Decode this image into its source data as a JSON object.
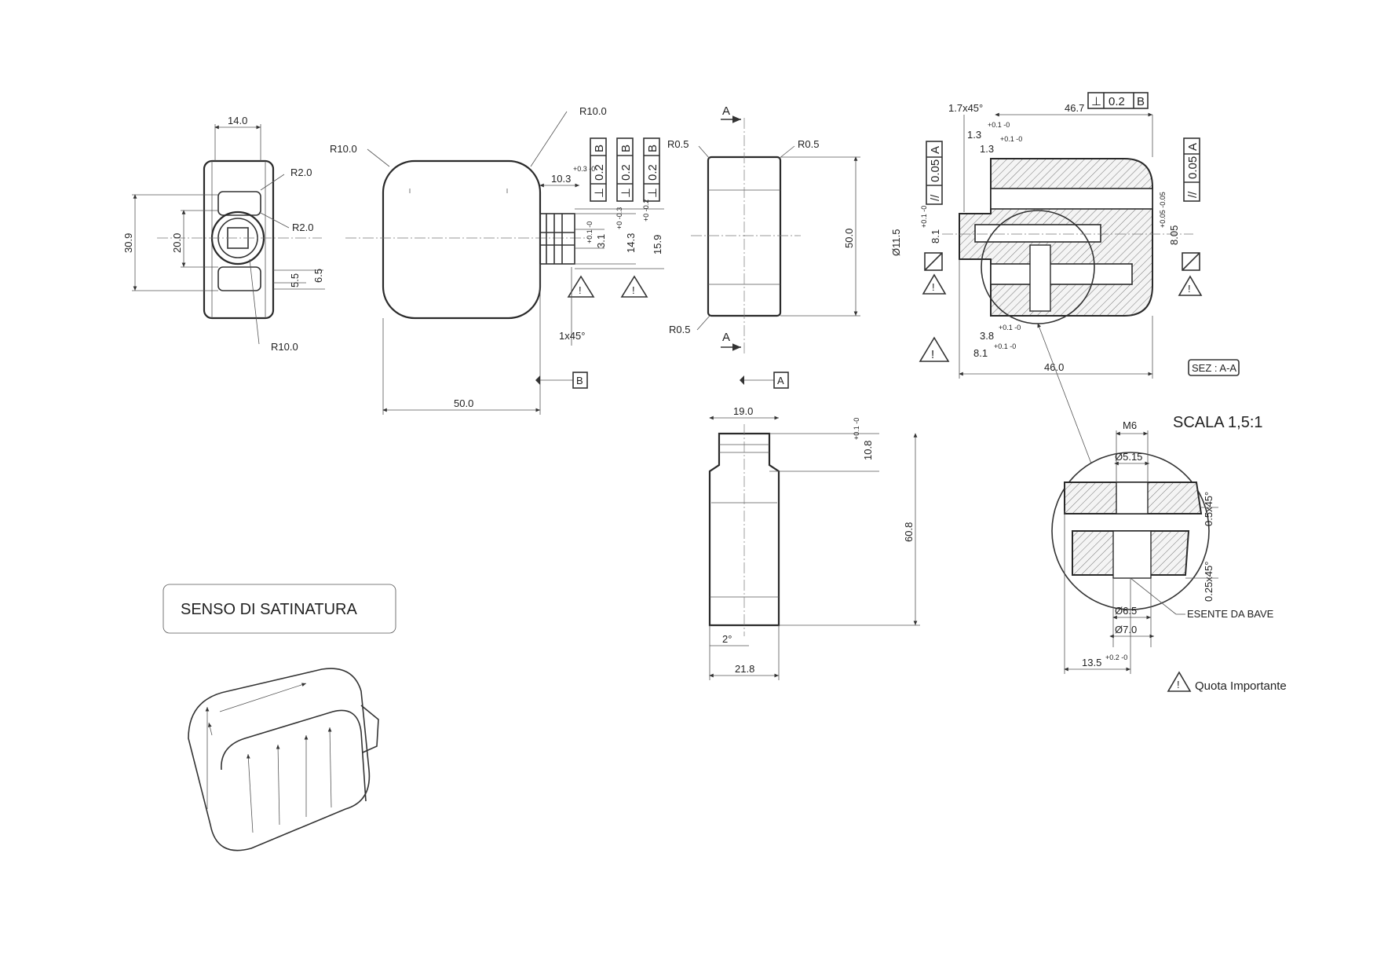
{
  "side_view": {
    "width": "14.0",
    "height": "30.9",
    "inner_height": "20.0",
    "r_top": "R2.0",
    "r_mid": "R2.0",
    "r_bottom": "R10.0",
    "gap_a": "5.5",
    "gap_b": "6.5"
  },
  "front_view": {
    "radius_top_right": "R10.0",
    "radius_top_left": "R10.0",
    "width": "50.0",
    "shaft_len": "10.3",
    "shaft_len_tol": "+0.3\n-0",
    "d1": "3.1",
    "d1_tol": "+0.1 -0",
    "d2": "14.3",
    "d2_tol": "+0 -0.3",
    "d3": "15.9",
    "d3_tol": "+0 -0.2",
    "chamfer": "1x45°",
    "datum": "B",
    "tolerance_frames": [
      {
        "symbol": "⊥",
        "value": "0.2",
        "datum": "B"
      },
      {
        "symbol": "⊥",
        "value": "0.2",
        "datum": "B"
      },
      {
        "symbol": "⊥",
        "value": "0.2",
        "datum": "B"
      }
    ]
  },
  "section_marker": {
    "label_top": "A",
    "label_bottom": "A",
    "r_tl": "R0.5",
    "r_tr": "R0.5",
    "r_bl": "R0.5",
    "height": "50.0",
    "datum": "A"
  },
  "section_view": {
    "chamfer": "1.7x45°",
    "length": "46.7",
    "perp_frame": {
      "symbol": "⊥",
      "value": "0.2",
      "datum": "B"
    },
    "dim_13a": "1.3",
    "dim_13a_tol": "+0.1 -0",
    "dim_13b": "1.3",
    "dim_13b_tol": "+0.1 -0",
    "parallel_left": {
      "symbol": "//",
      "value": "0.05",
      "datum": "A"
    },
    "parallel_right": {
      "symbol": "//",
      "value": "0.05",
      "datum": "A"
    },
    "dia": "Ø11.5",
    "dim_81": "8.1",
    "dim_81_tol": "+0.1 -0",
    "dim_805": "8.05",
    "dim_805_tol": "+0.05 -0.05",
    "dim_38": "3.8",
    "dim_38_tol": "+0.1 -0",
    "dim_81b": "8.1",
    "dim_81b_tol": "+0.1 -0",
    "total": "46.0",
    "label": "SEZ : A-A"
  },
  "bottom_view": {
    "top_width": "19.0",
    "groove": "10.8",
    "groove_tol": "+0.1 -0",
    "height": "60.8",
    "angle": "2°",
    "bottom_width": "21.8"
  },
  "detail": {
    "scale": "SCALA 1,5:1",
    "thread": "M6",
    "d515": "Ø5.15",
    "chamfer1": "0.5x45°",
    "chamfer2": "0.25x45°",
    "d65": "Ø6.5",
    "d70": "Ø7.0",
    "note": "ESENTE DA BAVE",
    "depth": "13.5",
    "depth_tol": "+0.2 -0"
  },
  "legend": {
    "finish_box": "SENSO DI SATINATURA",
    "important": "Quota Importante"
  }
}
